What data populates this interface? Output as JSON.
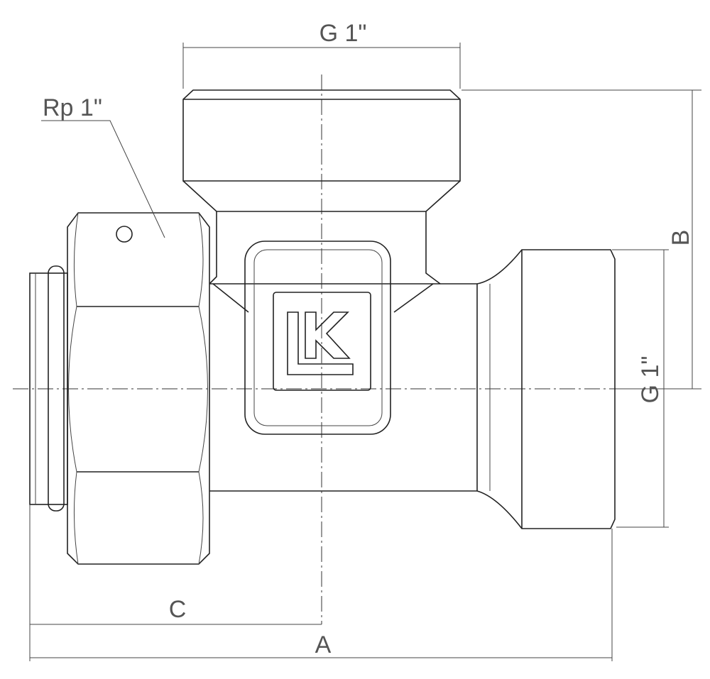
{
  "dimensions": {
    "top_thread": "G 1\"",
    "inlet_thread": "Rp 1\"",
    "height": "B",
    "outlet_thread": "G 1\"",
    "center_offset": "C",
    "overall_length": "A"
  },
  "logo": {
    "text": "LK"
  }
}
